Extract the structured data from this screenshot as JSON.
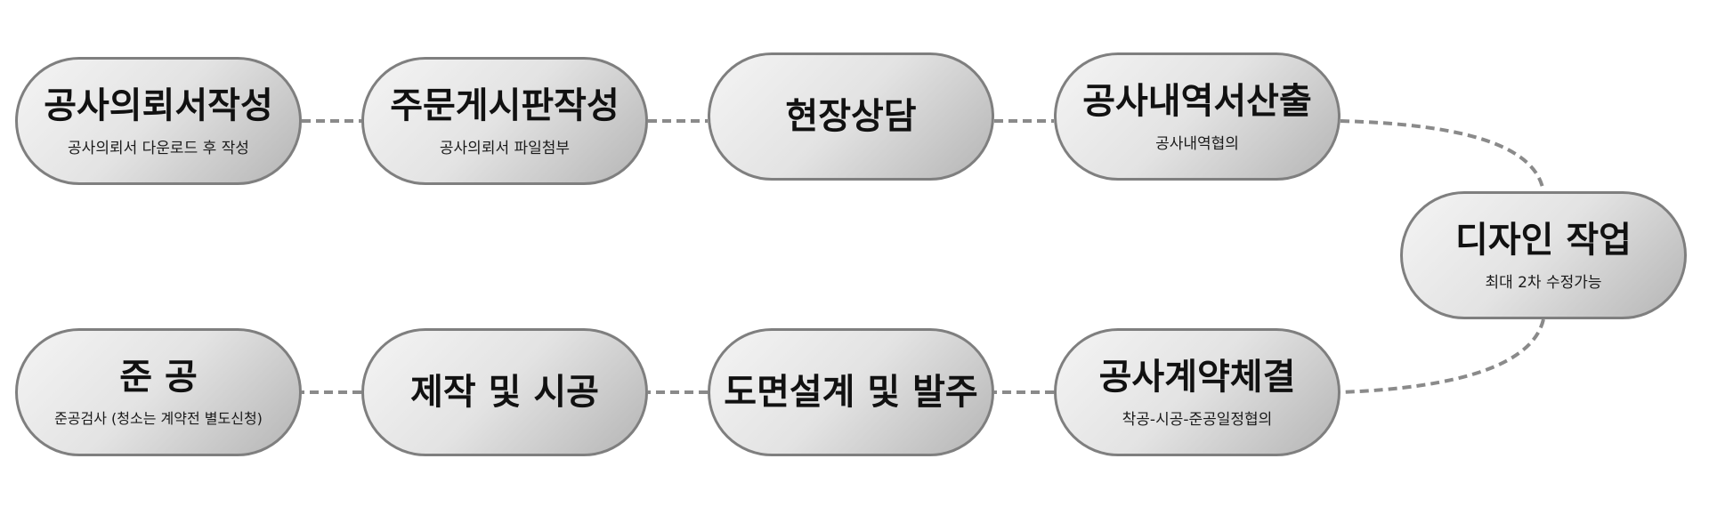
{
  "diagram": {
    "steps": [
      {
        "title": "공사의뢰서작성",
        "subtitle": "공사의뢰서 다운로드 후 작성"
      },
      {
        "title": "주문게시판작성",
        "subtitle": "공사의뢰서 파일첨부"
      },
      {
        "title": "현장상담",
        "subtitle": ""
      },
      {
        "title": "공사내역서산출",
        "subtitle": "공사내역협의"
      },
      {
        "title": "디자인 작업",
        "subtitle": "최대 2차 수정가능"
      },
      {
        "title": "공사계약체결",
        "subtitle": "착공-시공-준공일정협의"
      },
      {
        "title": "도면설계 및 발주",
        "subtitle": ""
      },
      {
        "title": "제작 및 시공",
        "subtitle": ""
      },
      {
        "title": "준 공",
        "subtitle": "준공검사 (청소는 계약전 별도신청)"
      }
    ],
    "colors": {
      "border": "#7f7f7f",
      "fill_light": "#f4f4f4",
      "fill_dark": "#b5b5b5",
      "connector": "#8a8a8a",
      "text": "#111111"
    }
  }
}
